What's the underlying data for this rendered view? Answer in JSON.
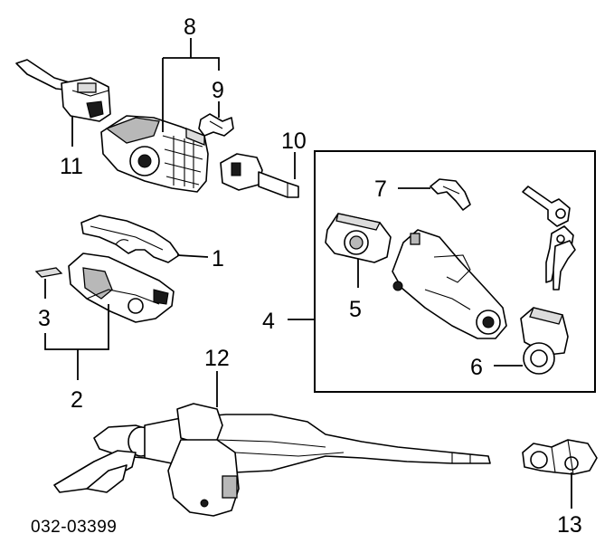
{
  "diagram": {
    "callouts": {
      "c1": "1",
      "c2": "2",
      "c3": "3",
      "c4": "4",
      "c5": "5",
      "c6": "6",
      "c7": "7",
      "c8": "8",
      "c9": "9",
      "c10": "10",
      "c11": "11",
      "c12": "12",
      "c13": "13"
    },
    "diagram_code": "032-03399"
  },
  "colors": {
    "ink": "#000000",
    "background": "#ffffff"
  }
}
